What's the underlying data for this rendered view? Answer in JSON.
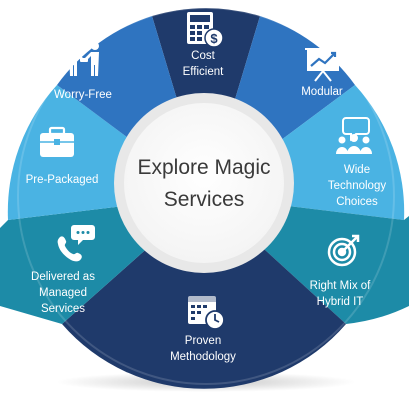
{
  "center": {
    "line1": "Explore Magic",
    "line2": "Services"
  },
  "colors": {
    "navy": "#1f3a6b",
    "blue": "#2f74c0",
    "light_blue": "#4ab3e3",
    "teal": "#1d8ba7",
    "center_ring": "#e8e8e8"
  },
  "segments": [
    {
      "id": "cost-efficient",
      "icon": "calculator-dollar-icon",
      "lines": [
        "Cost",
        "Efficient"
      ]
    },
    {
      "id": "modular",
      "icon": "presentation-chart-icon",
      "lines": [
        "Modular"
      ]
    },
    {
      "id": "wide-technology-choices",
      "icon": "team-chat-icon",
      "lines": [
        "Wide",
        "Technology",
        "Choices"
      ]
    },
    {
      "id": "right-mix-hybrid-it",
      "icon": "target-icon",
      "lines": [
        "Right Mix of",
        "Hybrid IT"
      ]
    },
    {
      "id": "proven-methodology",
      "icon": "calendar-clock-icon",
      "lines": [
        "Proven",
        "Methodology"
      ]
    },
    {
      "id": "delivered-managed-services",
      "icon": "phone-chat-icon",
      "lines": [
        "Delivered as",
        "Managed",
        "Services"
      ]
    },
    {
      "id": "pre-packaged",
      "icon": "briefcase-icon",
      "lines": [
        "Pre-Packaged"
      ]
    },
    {
      "id": "worry-free",
      "icon": "handshake-icon",
      "lines": [
        "Worry-Free"
      ]
    }
  ]
}
